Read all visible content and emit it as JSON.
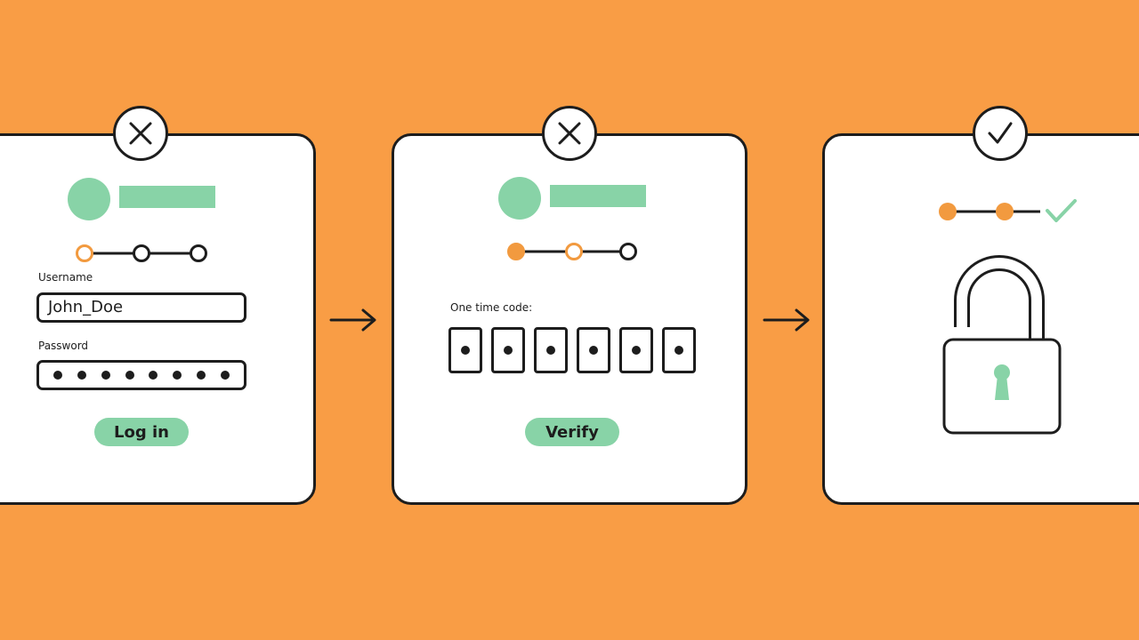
{
  "colors": {
    "background": "#F99D45",
    "accent_green": "#88D3A7",
    "step_orange": "#F29A3F",
    "ink": "#1d1d1d"
  },
  "steps": [
    {
      "status_icon": "x-icon",
      "progress": {
        "completed": 0,
        "current": 1,
        "total": 3
      },
      "username_label": "Username",
      "username_value": "John_Doe",
      "password_label": "Password",
      "password_dot_count": 8,
      "button_label": "Log in"
    },
    {
      "status_icon": "x-icon",
      "progress": {
        "completed": 1,
        "current": 2,
        "total": 3
      },
      "code_label": "One time code:",
      "code_digit_count": 6,
      "button_label": "Verify"
    },
    {
      "status_icon": "check-icon",
      "progress": {
        "completed": 2,
        "current": 3,
        "total": 3
      },
      "final_icon": "unlocked-padlock-icon"
    }
  ],
  "connectors": [
    "arrow-right-icon",
    "arrow-right-icon"
  ]
}
